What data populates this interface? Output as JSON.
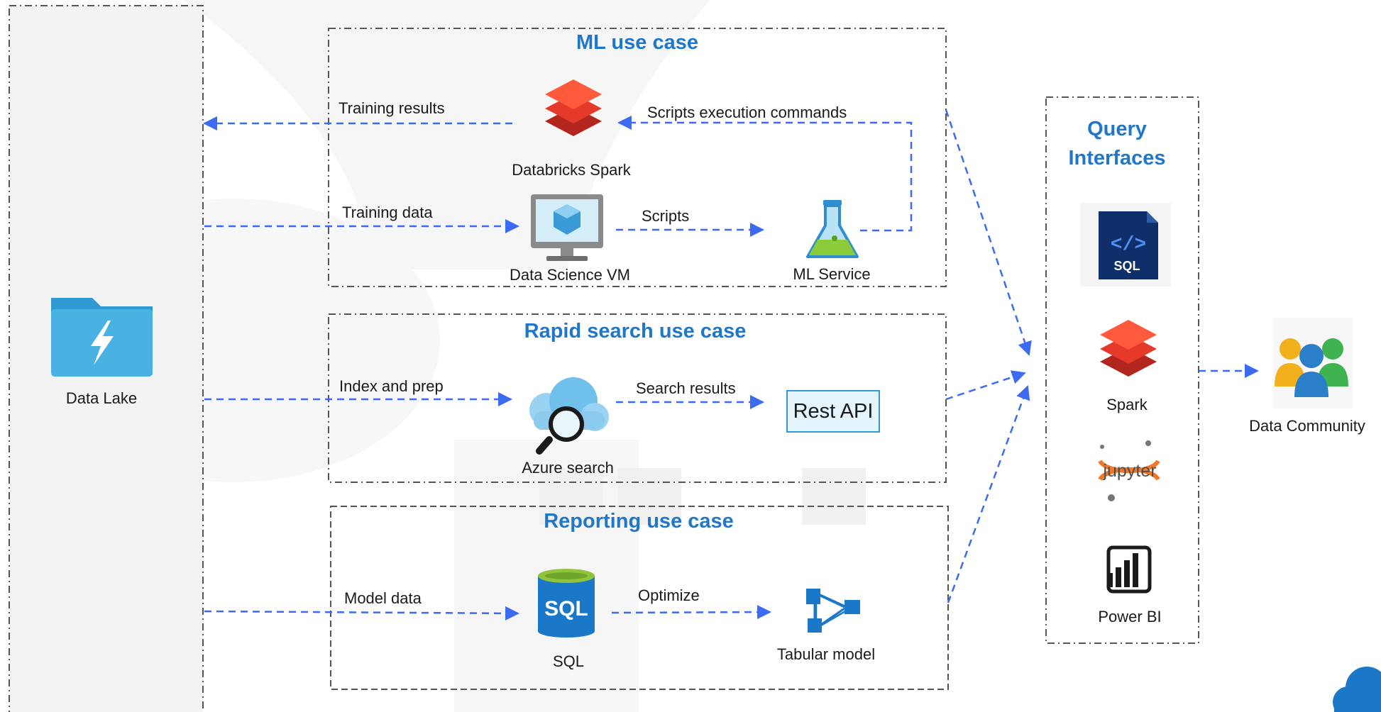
{
  "ml": {
    "title": "ML use case",
    "training_results": "Training results",
    "scripts_exec": "Scripts execution commands",
    "databricks": "Databricks Spark",
    "training_data": "Training data",
    "scripts": "Scripts",
    "dsvm": "Data Science VM",
    "ml_service": "ML Service"
  },
  "search": {
    "title": "Rapid search use case",
    "index_prep": "Index and prep",
    "search_results": "Search results",
    "rest_api": "Rest API",
    "azure_search": "Azure search"
  },
  "reporting": {
    "title": "Reporting use case",
    "model_data": "Model data",
    "optimize": "Optimize",
    "sql": "SQL",
    "tabular": "Tabular model"
  },
  "data_lake": "Data Lake",
  "query": {
    "title_line1": "Query",
    "title_line2": "Interfaces",
    "sql_icon_text": "SQL",
    "spark": "Spark",
    "jupyter": "jupyter",
    "power_bi": "Power BI"
  },
  "community": "Data Community",
  "colors": {
    "arrow": "#3d6af2",
    "title": "#1f77c9",
    "border": "#555555"
  }
}
